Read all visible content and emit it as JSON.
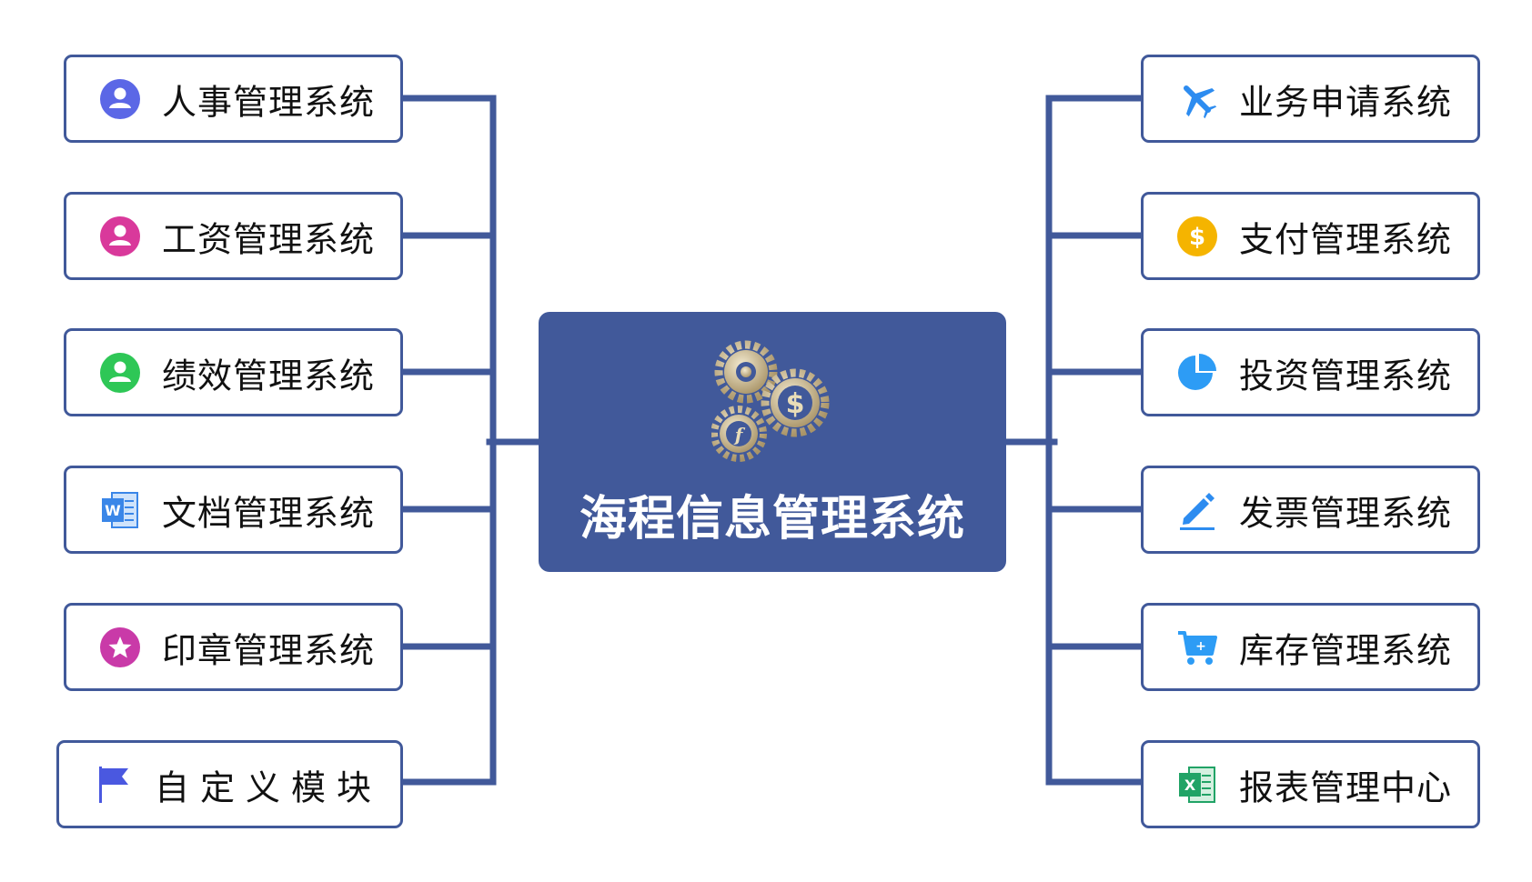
{
  "center": {
    "title": "海程信息管理系统",
    "icon": "gears-dollar-icon"
  },
  "left": [
    {
      "label": "人事管理系统",
      "icon": "user-avatar-icon",
      "color": "#5b67e6"
    },
    {
      "label": "工资管理系统",
      "icon": "user-avatar-icon",
      "color": "#d9399b"
    },
    {
      "label": "绩效管理系统",
      "icon": "user-avatar-icon",
      "color": "#2ec756"
    },
    {
      "label": "文档管理系统",
      "icon": "word-document-icon",
      "color": "#3a86e8"
    },
    {
      "label": "印章管理系统",
      "icon": "star-badge-icon",
      "color": "#c93aa8"
    },
    {
      "label": "自定义模块",
      "icon": "flag-icon",
      "color": "#4a58e0"
    }
  ],
  "right": [
    {
      "label": "业务申请系统",
      "icon": "airplane-icon",
      "color": "#2d8cf0"
    },
    {
      "label": "支付管理系统",
      "icon": "dollar-coin-icon",
      "color": "#f5b400"
    },
    {
      "label": "投资管理系统",
      "icon": "pie-chart-icon",
      "color": "#2d9cf5"
    },
    {
      "label": "发票管理系统",
      "icon": "pencil-icon",
      "color": "#2d8cf0"
    },
    {
      "label": "库存管理系统",
      "icon": "shopping-cart-icon",
      "color": "#2d9cf5"
    },
    {
      "label": "报表管理中心",
      "icon": "excel-sheet-icon",
      "color": "#21a366"
    }
  ],
  "colors": {
    "accent": "#41599a",
    "gear": "#d2c4a0"
  }
}
